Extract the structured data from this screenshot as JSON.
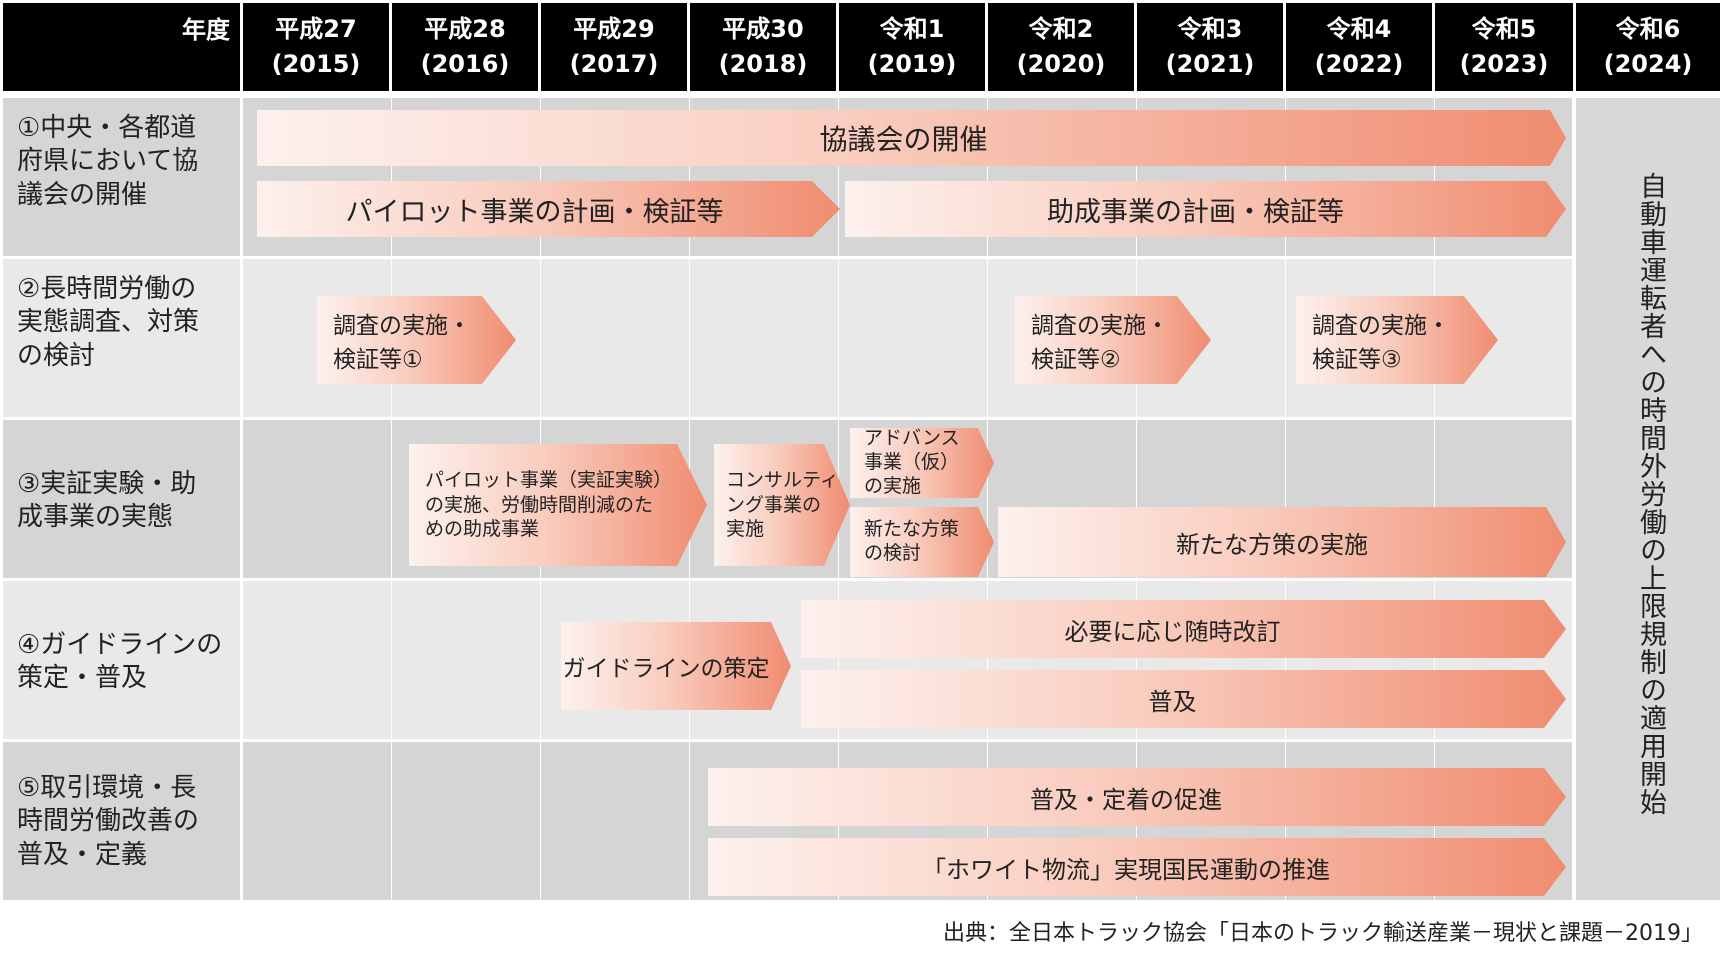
{
  "header": {
    "corner_label": "年度",
    "years": [
      {
        "era": "平成27",
        "year": "(2015)"
      },
      {
        "era": "平成28",
        "year": "(2016)"
      },
      {
        "era": "平成29",
        "year": "(2017)"
      },
      {
        "era": "平成30",
        "year": "(2018)"
      },
      {
        "era": "令和1",
        "year": "(2019)"
      },
      {
        "era": "令和2",
        "year": "(2020)"
      },
      {
        "era": "令和3",
        "year": "(2021)"
      },
      {
        "era": "令和4",
        "year": "(2022)"
      },
      {
        "era": "令和5",
        "year": "(2023)"
      },
      {
        "era": "令和6",
        "year": "(2024)"
      }
    ]
  },
  "categories": [
    {
      "label": "①中央・各都道\n府県において協\n議会の開催"
    },
    {
      "label": "②長時間労働の\n実態調査、対策\nの検討"
    },
    {
      "label": "③実証実験・助\n成事業の実態"
    },
    {
      "label": "④ガイドラインの\n策定・普及"
    },
    {
      "label": "⑤取引環境・長\n時間労働改善の\n普及・定義"
    }
  ],
  "arrows": {
    "council": "協議会の開催",
    "pilot_plan": "パイロット事業の計画・検証等",
    "subsidy_plan": "助成事業の計画・検証等",
    "survey1": "調査の実施・\n検証等①",
    "survey2": "調査の実施・\n検証等②",
    "survey3": "調査の実施・\n検証等③",
    "pilot_exp": "パイロット事業（実証実験）\nの実施、労働時間削減のた\nめの助成事業",
    "consulting": "コンサルティ\nング事業の\n実施",
    "advance": "アドバンス\n事業（仮）\nの実施",
    "new_measures_study": "新たな方策\nの検討",
    "new_measures_impl": "新たな方策の実施",
    "guideline_make": "ガイドラインの策定",
    "guideline_revise": "必要に応じ随時改訂",
    "guideline_spread": "普及",
    "promote": "普及・定着の促進",
    "white_logistics": "「ホワイト物流」実現国民運動の推進"
  },
  "result_text": "自動車運転者への時間外労働の上限規制の適用開始",
  "source": "出典：全日本トラック協会「日本のトラック輸送産業－現状と課題－2019」"
}
